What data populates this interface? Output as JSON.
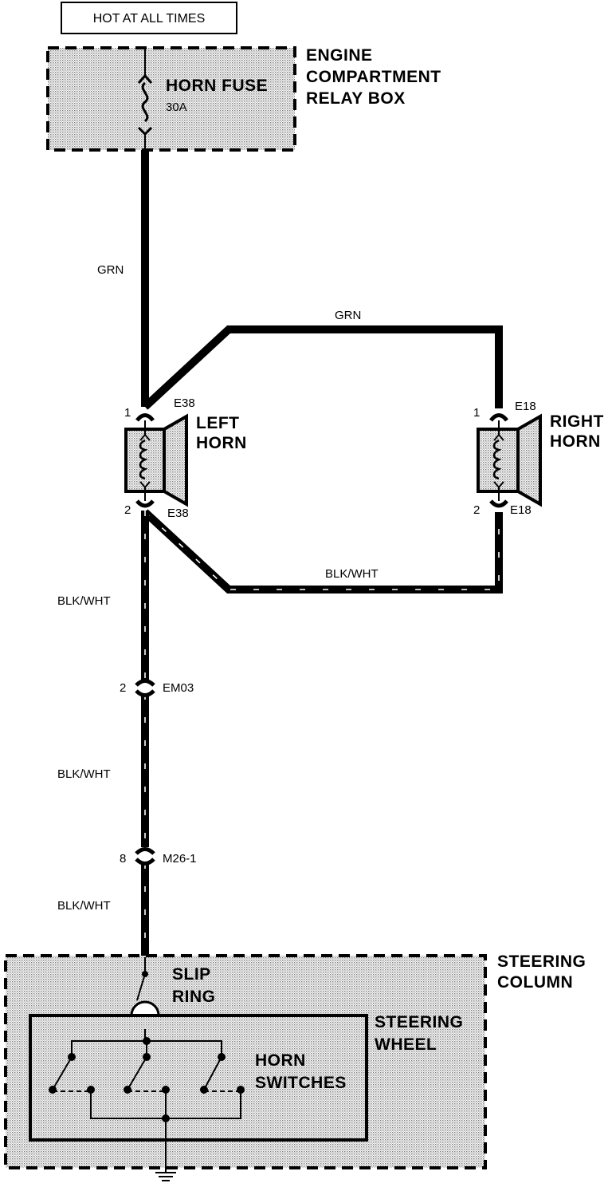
{
  "header": {
    "supply_label": "HOT AT ALL TIMES"
  },
  "relay_box": {
    "title_lines": [
      "ENGINE",
      "COMPARTMENT",
      "RELAY BOX"
    ],
    "fuse_name": "HORN FUSE",
    "fuse_rating": "30A"
  },
  "wires": {
    "feed_color": "GRN",
    "right_feed_color": "GRN",
    "return_color": "BLK/WHT",
    "return_branch_color": "BLK/WHT",
    "em03_to_m26_color": "BLK/WHT",
    "m26_to_column_color": "BLK/WHT"
  },
  "left_horn": {
    "label_lines": [
      "LEFT",
      "HORN"
    ],
    "pin_top": "1",
    "pin_bottom": "2",
    "connector_top": "E38",
    "connector_bottom": "E38"
  },
  "right_horn": {
    "label_lines": [
      "RIGHT",
      "HORN"
    ],
    "pin_top": "1",
    "pin_bottom": "2",
    "connector_top": "E18",
    "connector_bottom": "E18"
  },
  "connectors": [
    {
      "pin": "2",
      "name": "EM03"
    },
    {
      "pin": "8",
      "name": "M26-1"
    }
  ],
  "steering_column": {
    "title_lines": [
      "STEERING",
      "COLUMN"
    ],
    "slip_ring_lines": [
      "SLIP",
      "RING"
    ],
    "wheel_lines": [
      "STEERING",
      "WHEEL"
    ],
    "switch_lines": [
      "HORN",
      "SWITCHES"
    ]
  },
  "colors": {
    "ink": "#000000",
    "paper": "#ffffff",
    "shading": "#d6d6d6"
  }
}
